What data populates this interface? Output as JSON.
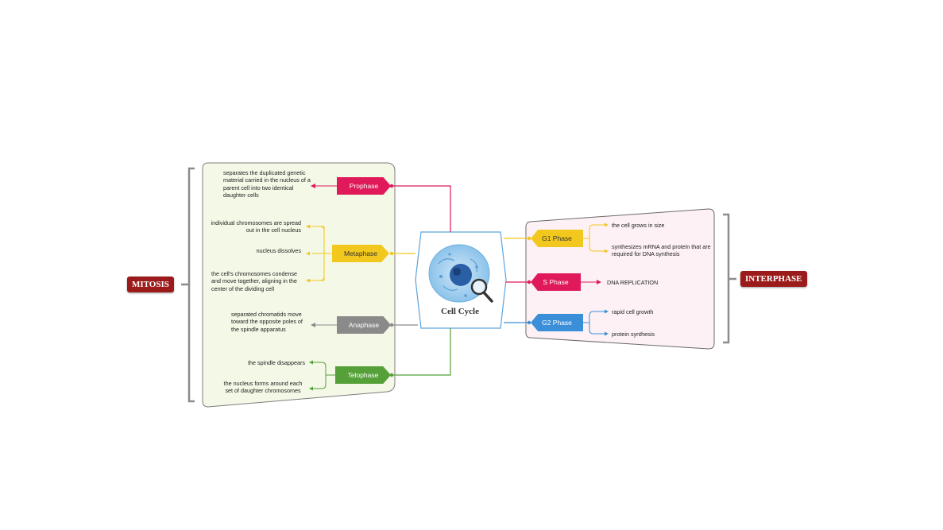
{
  "center": {
    "title": "Cell Cycle",
    "icon": "cell-magnifier-icon"
  },
  "mitosis": {
    "label": "MITOSIS",
    "phases": {
      "prophase": {
        "label": "Prophase",
        "color": "#e0195a",
        "notes": [
          "separates the duplicated genetic material carried in the nucleus of a parent cell into two identical daughter cells"
        ]
      },
      "metaphase": {
        "label": "Metaphase",
        "color": "#f2c81f",
        "notes": [
          "individual chromosomes are spread out in the cell nucleus",
          "nucleus dissolves",
          "the cell's chromosomes condense and move together, aligning in the center of the dividing cell"
        ]
      },
      "anaphase": {
        "label": "Anaphase",
        "color": "#8a8a8a",
        "notes": [
          "separated chromatids move toward the opposite poles of the spindle apparatus"
        ]
      },
      "telophase": {
        "label": "Telophase",
        "color": "#55a038",
        "notes": [
          "the spindle disappears",
          "the nucleus forms around each set of daughter chromosomes"
        ]
      }
    }
  },
  "interphase": {
    "label": "INTERPHASE",
    "phases": {
      "g1": {
        "label": "G1 Phase",
        "color": "#f2c81f",
        "notes": [
          "the cell grows in size",
          "synthesizes mRNA and protein that are required for DNA synthesis"
        ]
      },
      "s": {
        "label": "S Phase",
        "color": "#e0195a",
        "notes": [
          "DNA REPLICATION"
        ]
      },
      "g2": {
        "label": "G2 Phase",
        "color": "#3a8fd8",
        "notes": [
          "rapid cell growth",
          "protein synthesis"
        ]
      }
    }
  },
  "colors": {
    "mitosis_panel": "#f4f8e6",
    "interphase_panel": "#fdf1f5",
    "badge": "#9b1b1b",
    "bracket": "#8c8c8c"
  }
}
